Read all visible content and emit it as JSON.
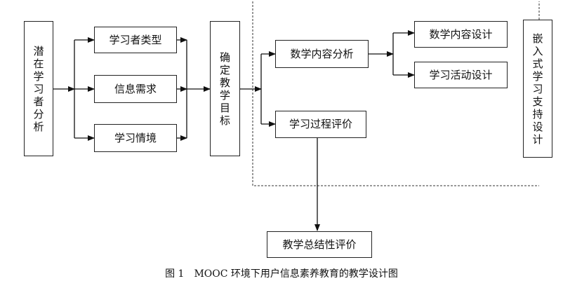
{
  "diagram": {
    "boxes": {
      "learner_analysis": "潜在学习者分析",
      "learner_type": "学习者类型",
      "info_needs": "信息需求",
      "learning_context": "学习情境",
      "teaching_goal": "确定教学目标",
      "content_analysis": "数学内容分析",
      "content_design": "数学内容设计",
      "activity_design": "学习活动设计",
      "process_eval": "学习过程评价",
      "embedded_support": "嵌入式学习支持设计",
      "summative_eval": "教学总结性评价"
    },
    "caption": "图 1　MOOC 环境下用户信息素养教育的教学设计图"
  }
}
